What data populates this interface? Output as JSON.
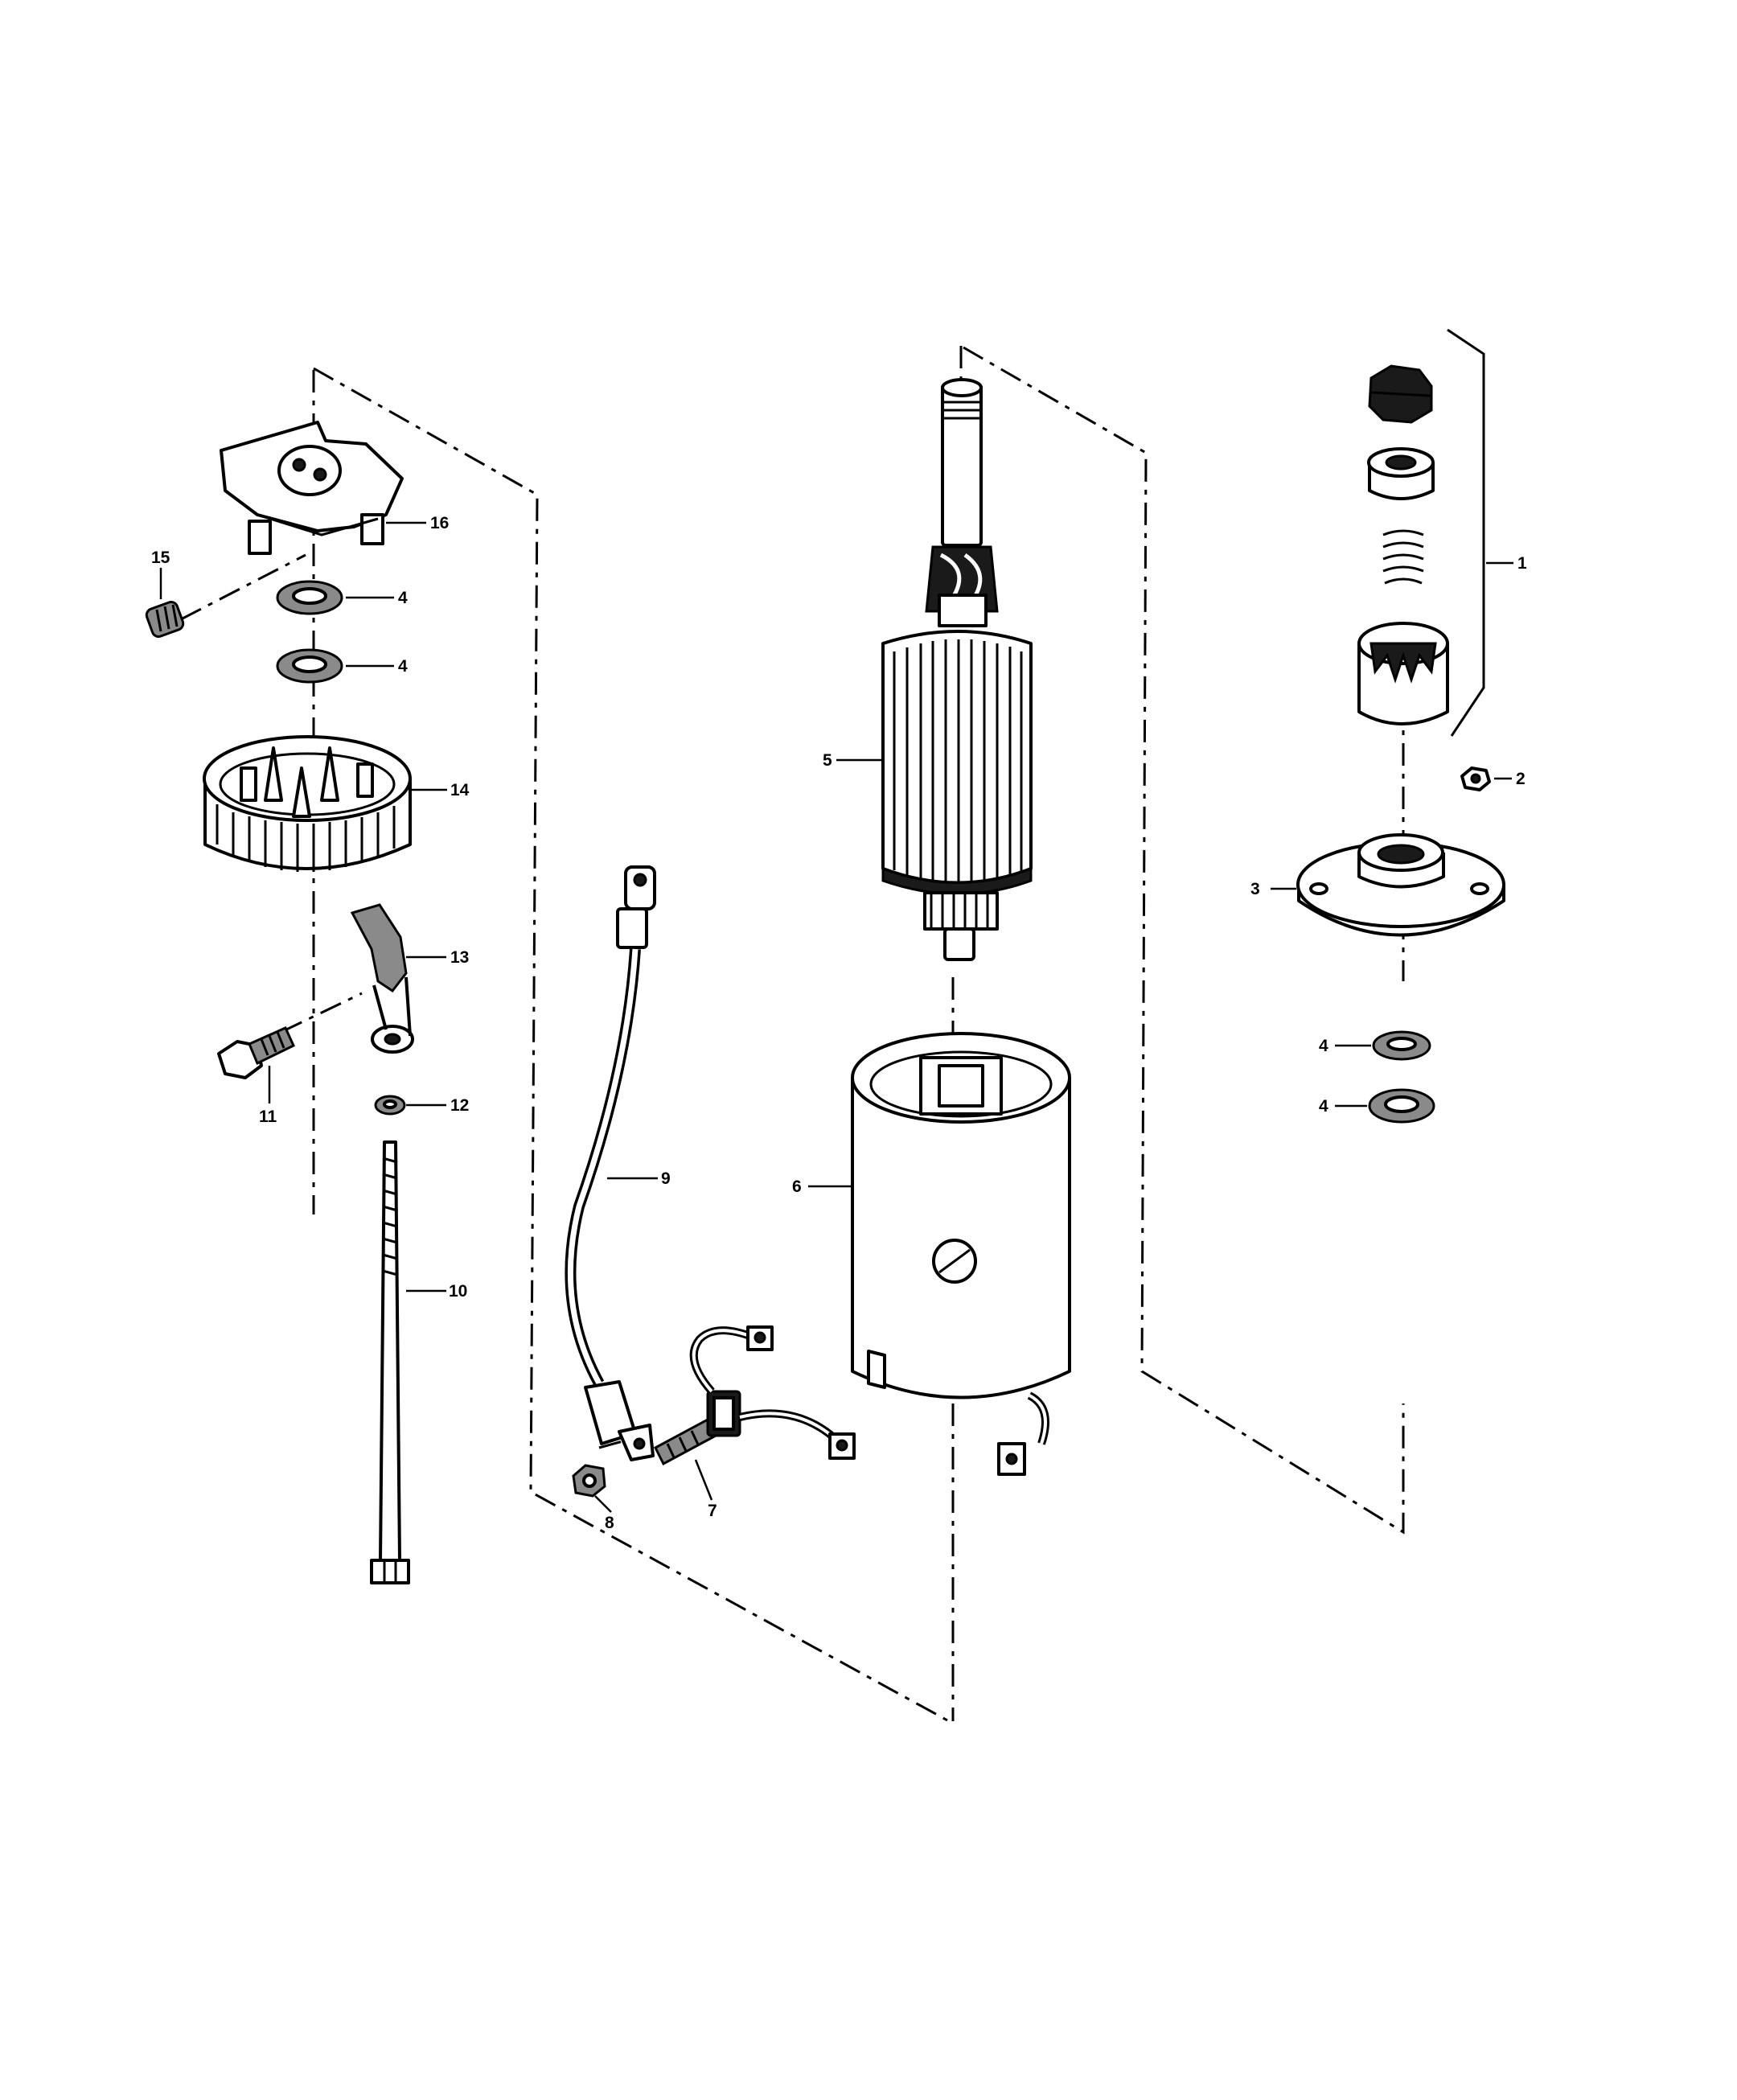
{
  "callouts": {
    "c1": "1",
    "c2": "2",
    "c3": "3",
    "c4a": "4",
    "c4b": "4",
    "c4c": "4",
    "c4d": "4",
    "c5": "5",
    "c6": "6",
    "c7": "7",
    "c8": "8",
    "c9": "9",
    "c10": "10",
    "c11": "11",
    "c12": "12",
    "c13": "13",
    "c14": "14",
    "c15": "15",
    "c16": "16"
  },
  "colors": {
    "ink": "#000000",
    "paper": "#ffffff",
    "shade": "#8a8a8a"
  }
}
